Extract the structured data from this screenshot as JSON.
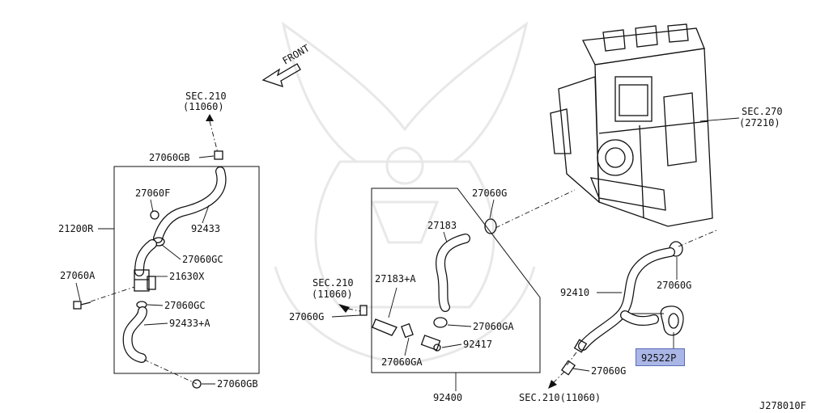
{
  "labels": {
    "front": "FRONT",
    "sec210_top": "SEC.210",
    "sec210_top_sub": "(11060)",
    "p27060gb_top": "27060GB",
    "p27060f": "27060F",
    "p92433": "92433",
    "p21200r": "21200R",
    "p27060gc_upper": "27060GC",
    "p21630x": "21630X",
    "p27060a": "27060A",
    "p27060gc_lower": "27060GC",
    "p92433a": "92433+A",
    "p27060gb_bottom": "27060GB",
    "sec210_mid": "SEC.210",
    "sec210_mid_sub": "(11060)",
    "p27183a": "27183+A",
    "p27183": "27183",
    "p27060g_mid": "27060G",
    "p27060g_top": "27060G",
    "p27060ga_right": "27060GA",
    "p92417": "92417",
    "p27060ga_bottom": "27060GA",
    "p92400": "92400",
    "sec270": "SEC.270",
    "sec270_sub": "(27210)",
    "p92410": "92410",
    "p27060g_right": "27060G",
    "p92522p": "92522P",
    "p27060g_low": "27060G",
    "sec210_bottom": "SEC.210(11060)",
    "diagram_code": "J278010F"
  },
  "colors": {
    "highlight_fill": "#aab6e6",
    "highlight_border": "#5a6cb8",
    "line": "#111111",
    "watermark": "#e8e8e8"
  }
}
